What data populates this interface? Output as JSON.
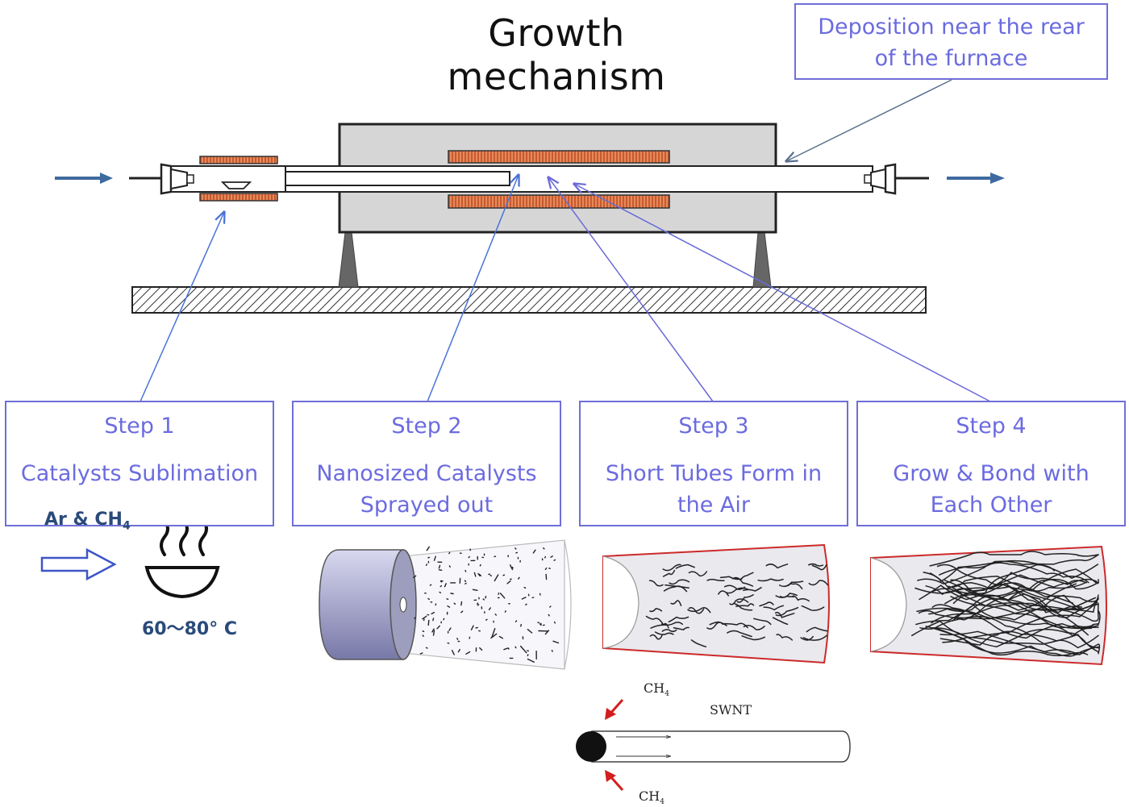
{
  "title": "Growth mechanism",
  "deposition": {
    "line1": "Deposition near the rear",
    "line2": "of the furnace"
  },
  "steps": [
    {
      "label": "Step 1",
      "desc_line1": "Catalysts Sublimation",
      "desc_line2": ""
    },
    {
      "label": "Step 2",
      "desc_line1": "Nanosized Catalysts",
      "desc_line2": "Sprayed out"
    },
    {
      "label": "Step 3",
      "desc_line1": "Short Tubes Form in",
      "desc_line2": "the Air"
    },
    {
      "label": "Step 4",
      "desc_line1": "Grow & Bond with",
      "desc_line2": "Each Other"
    }
  ],
  "gas_label": {
    "text": "Ar & CH",
    "sub": "4"
  },
  "temperature": "60～80° C",
  "swnt_diagram": {
    "ch4_label": "CH",
    "ch4_sub": "4",
    "swnt_label": "SWNT"
  },
  "colors": {
    "box_border": "#6f6fd8",
    "box_text": "#6b6be0",
    "heater": "#e07848",
    "flow_arrow": "#3e6aa0"
  }
}
